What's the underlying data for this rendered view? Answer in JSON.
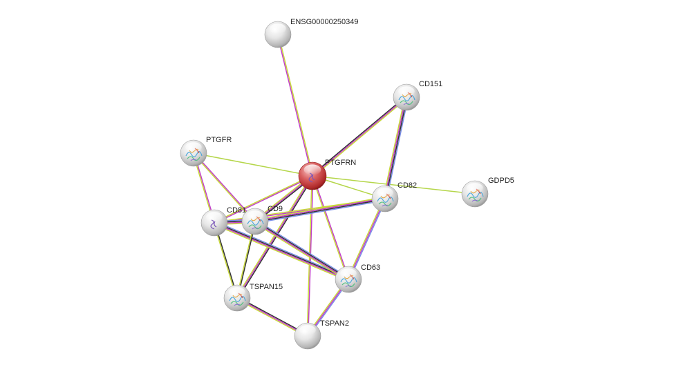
{
  "network": {
    "colors": {
      "cyan": "#1fc4d6",
      "magenta": "#c23fc9",
      "yellow": "#c8d83a",
      "black": "#333333",
      "blue": "#7a8fe8",
      "lightgreen": "#b5d64a",
      "query_node": "#d13a3a",
      "node": "#e0e0e0"
    },
    "nodes": [
      {
        "id": "PTGFRN",
        "label": "PTGFRN",
        "query": true,
        "structure": "squiggle"
      },
      {
        "id": "ENSG00000250349",
        "label": "ENSG00000250349",
        "query": false,
        "structure": "none"
      },
      {
        "id": "CD151",
        "label": "CD151",
        "query": false,
        "structure": "protein"
      },
      {
        "id": "PTGFR",
        "label": "PTGFR",
        "query": false,
        "structure": "protein"
      },
      {
        "id": "CD82",
        "label": "CD82",
        "query": false,
        "structure": "protein"
      },
      {
        "id": "GDPD5",
        "label": "GDPD5",
        "query": false,
        "structure": "protein"
      },
      {
        "id": "CD81",
        "label": "CD81",
        "query": false,
        "structure": "squiggle"
      },
      {
        "id": "CD9",
        "label": "CD9",
        "query": false,
        "structure": "protein"
      },
      {
        "id": "CD63",
        "label": "CD63",
        "query": false,
        "structure": "protein"
      },
      {
        "id": "TSPAN15",
        "label": "TSPAN15",
        "query": false,
        "structure": "protein"
      },
      {
        "id": "TSPAN2",
        "label": "TSPAN2",
        "query": false,
        "structure": "none"
      }
    ],
    "edges": [
      {
        "source": "PTGFRN",
        "target": "ENSG00000250349",
        "colors": [
          "magenta",
          "yellow"
        ]
      },
      {
        "source": "PTGFRN",
        "target": "CD151",
        "colors": [
          "black",
          "magenta",
          "yellow"
        ]
      },
      {
        "source": "PTGFRN",
        "target": "PTGFR",
        "colors": [
          "lightgreen"
        ]
      },
      {
        "source": "PTGFRN",
        "target": "CD82",
        "colors": [
          "lightgreen"
        ]
      },
      {
        "source": "PTGFRN",
        "target": "GDPD5",
        "colors": [
          "lightgreen"
        ]
      },
      {
        "source": "PTGFRN",
        "target": "CD81",
        "colors": [
          "magenta",
          "yellow"
        ]
      },
      {
        "source": "PTGFRN",
        "target": "CD9",
        "colors": [
          "black",
          "magenta",
          "yellow"
        ]
      },
      {
        "source": "PTGFRN",
        "target": "CD63",
        "colors": [
          "magenta",
          "yellow"
        ]
      },
      {
        "source": "PTGFRN",
        "target": "TSPAN15",
        "colors": [
          "black",
          "magenta",
          "yellow"
        ]
      },
      {
        "source": "PTGFRN",
        "target": "TSPAN2",
        "colors": [
          "magenta",
          "yellow"
        ]
      },
      {
        "source": "CD151",
        "target": "CD82",
        "colors": [
          "blue",
          "black",
          "magenta",
          "yellow"
        ]
      },
      {
        "source": "PTGFR",
        "target": "CD81",
        "colors": [
          "magenta",
          "yellow"
        ]
      },
      {
        "source": "PTGFR",
        "target": "CD9",
        "colors": [
          "magenta",
          "yellow"
        ]
      },
      {
        "source": "CD82",
        "target": "CD81",
        "colors": [
          "magenta",
          "yellow"
        ]
      },
      {
        "source": "CD82",
        "target": "CD9",
        "colors": [
          "blue",
          "black",
          "magenta",
          "yellow"
        ]
      },
      {
        "source": "CD82",
        "target": "CD63",
        "colors": [
          "blue",
          "magenta",
          "yellow"
        ]
      },
      {
        "source": "CD81",
        "target": "CD9",
        "colors": [
          "blue",
          "black",
          "magenta",
          "yellow"
        ]
      },
      {
        "source": "CD81",
        "target": "CD63",
        "colors": [
          "blue",
          "black",
          "magenta",
          "yellow"
        ]
      },
      {
        "source": "CD81",
        "target": "TSPAN15",
        "colors": [
          "black",
          "yellow"
        ]
      },
      {
        "source": "CD9",
        "target": "CD63",
        "colors": [
          "blue",
          "black",
          "magenta",
          "yellow"
        ]
      },
      {
        "source": "CD9",
        "target": "TSPAN15",
        "colors": [
          "black",
          "yellow"
        ]
      },
      {
        "source": "CD63",
        "target": "TSPAN2",
        "colors": [
          "blue",
          "magenta",
          "yellow"
        ]
      },
      {
        "source": "TSPAN15",
        "target": "TSPAN2",
        "colors": [
          "black",
          "magenta",
          "yellow"
        ]
      }
    ]
  }
}
